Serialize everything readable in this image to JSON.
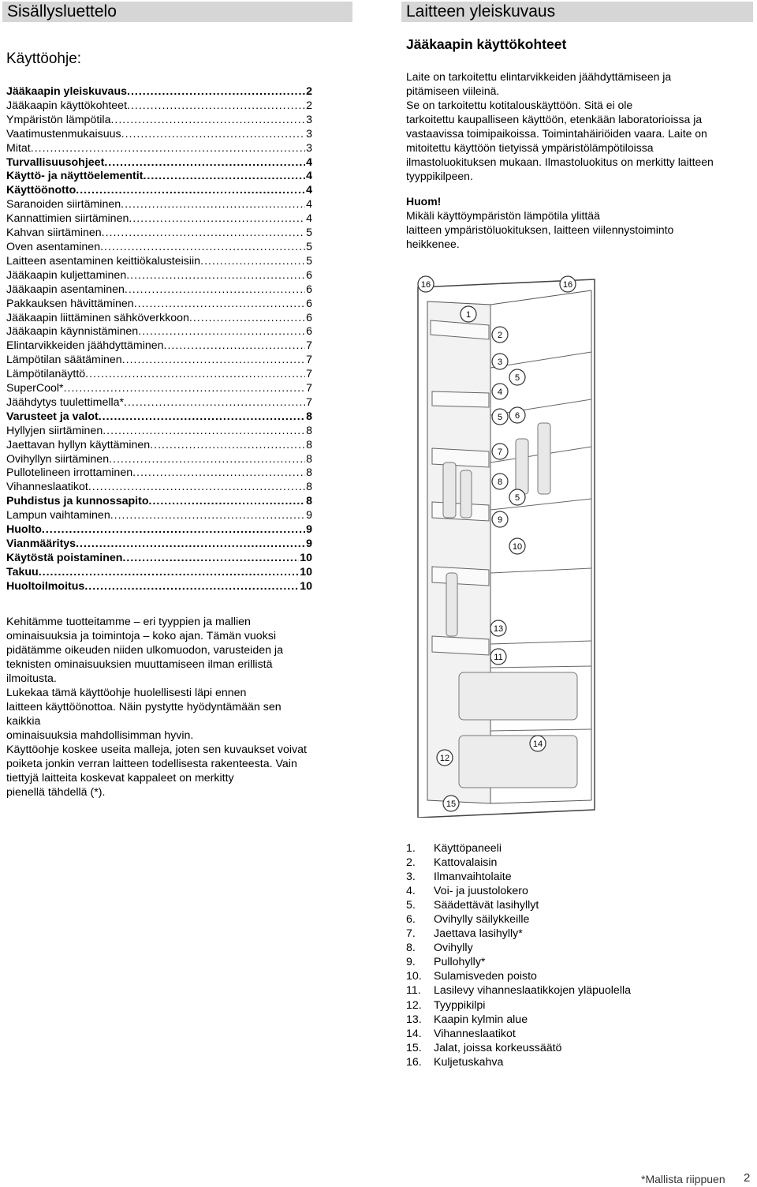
{
  "left_header": "Sisällysluettelo",
  "right_header": "Laitteen yleiskuvaus",
  "toc_subtitle": "Käyttöohje:",
  "toc": [
    {
      "title": "Jääkaapin yleiskuvaus",
      "page": "2",
      "bold": true
    },
    {
      "title": "Jääkaapin käyttökohteet",
      "page": "2",
      "bold": false
    },
    {
      "title": "Ympäristön lämpötila",
      "page": "3",
      "bold": false
    },
    {
      "title": "Vaatimustenmukaisuus",
      "page": "3",
      "bold": false
    },
    {
      "title": "Mitat",
      "page": "3",
      "bold": false
    },
    {
      "title": "Turvallisuusohjeet",
      "page": "4",
      "bold": true
    },
    {
      "title": "Käyttö- ja näyttöelementit",
      "page": "4",
      "bold": true
    },
    {
      "title": "Käyttöönotto",
      "page": "4",
      "bold": true
    },
    {
      "title": "Saranoiden siirtäminen",
      "page": "4",
      "bold": false
    },
    {
      "title": "Kannattimien siirtäminen",
      "page": "4",
      "bold": false
    },
    {
      "title": "Kahvan siirtäminen",
      "page": "5",
      "bold": false
    },
    {
      "title": "Oven asentaminen",
      "page": "5",
      "bold": false
    },
    {
      "title": "Laitteen asentaminen keittiökalusteisiin",
      "page": "5",
      "bold": false
    },
    {
      "title": "Jääkaapin kuljettaminen",
      "page": "6",
      "bold": false
    },
    {
      "title": "Jääkaapin asentaminen",
      "page": "6",
      "bold": false
    },
    {
      "title": "Pakkauksen hävittäminen",
      "page": "6",
      "bold": false
    },
    {
      "title": "Jääkaapin liittäminen sähköverkkoon",
      "page": "6",
      "bold": false
    },
    {
      "title": "Jääkaapin käynnistäminen",
      "page": "6",
      "bold": false
    },
    {
      "title": "Elintarvikkeiden jäähdyttäminen",
      "page": "7",
      "bold": false
    },
    {
      "title": "Lämpötilan säätäminen",
      "page": "7",
      "bold": false
    },
    {
      "title": "Lämpötilanäyttö",
      "page": "7",
      "bold": false
    },
    {
      "title": "SuperCool*",
      "page": "7",
      "bold": false
    },
    {
      "title": "Jäähdytys tuulettimella*",
      "page": "7",
      "bold": false
    },
    {
      "title": "Varusteet ja valot",
      "page": "8",
      "bold": true
    },
    {
      "title": "Hyllyjen siirtäminen",
      "page": "8",
      "bold": false
    },
    {
      "title": "Jaettavan hyllyn käyttäminen",
      "page": "8",
      "bold": false
    },
    {
      "title": "Ovihyllyn siirtäminen",
      "page": "8",
      "bold": false
    },
    {
      "title": "Pullotelineen irrottaminen",
      "page": "8",
      "bold": false
    },
    {
      "title": "Vihanneslaatikot",
      "page": "8",
      "bold": false
    },
    {
      "title": "Puhdistus ja kunnossapito",
      "page": "8",
      "bold": true
    },
    {
      "title": "Lampun vaihtaminen",
      "page": "9",
      "bold": false
    },
    {
      "title": "Huolto",
      "page": "9",
      "bold": true
    },
    {
      "title": "Vianmääritys",
      "page": "9",
      "bold": true
    },
    {
      "title": "Käytöstä poistaminen",
      "page": "10",
      "bold": true
    },
    {
      "title": "Takuu",
      "page": "10",
      "bold": true
    },
    {
      "title": "Huoltoilmoitus",
      "page": "10",
      "bold": true
    }
  ],
  "intro_lines": [
    "Kehitämme tuotteitamme – eri tyyppien ja mallien",
    "ominaisuuksia ja toimintoja – koko ajan. Tämän vuoksi",
    "pidätämme oikeuden niiden ulkomuodon, varusteiden ja",
    "teknisten ominaisuuksien muuttamiseen ilman erillistä",
    "ilmoitusta.",
    "Lukekaa tämä käyttöohje huolellisesti läpi ennen",
    "laitteen käyttöönottoa. Näin pystytte hyödyntämään sen",
    "kaikkia",
    "ominaisuuksia mahdollisimman hyvin.",
    "Käyttöohje koskee useita malleja, joten sen kuvaukset voivat",
    "poiketa jonkin verran laitteen todellisesta rakenteesta. Vain",
    "tiettyjä laitteita koskevat kappaleet on merkitty",
    "pienellä tähdellä (*)."
  ],
  "section_subtitle": "Jääkaapin käyttökohteet",
  "desc_lines": [
    "Laite on tarkoitettu elintarvikkeiden jäähdyttämiseen ja",
    "pitämiseen viileinä.",
    "Se on tarkoitettu kotitalouskäyttöön. Sitä ei ole",
    "tarkoitettu kaupalliseen käyttöön, etenkään laboratorioissa ja",
    "vastaavissa toimipaikoissa. Toimintahäiriöiden vaara. Laite on",
    "mitoitettu käyttöön tietyissä ympäristölämpötiloissa",
    "ilmastoluokituksen mukaan. Ilmastoluokitus on merkitty laitteen",
    "tyyppikilpeen."
  ],
  "note_title": "Huom!",
  "note_lines": [
    "Mikäli käyttöympäristön lämpötila ylittää",
    "laitteen ympäristöluokituksen, laitteen viilennystoiminto",
    "heikkenee."
  ],
  "figure_callouts": [
    "16",
    "16",
    "1",
    "2",
    "3",
    "4",
    "5",
    "5",
    "6",
    "7",
    "8",
    "9",
    "5",
    "10",
    "13",
    "11",
    "14",
    "12",
    "15"
  ],
  "legend": [
    {
      "num": "1.",
      "label": "Käyttöpaneeli"
    },
    {
      "num": "2.",
      "label": "Kattovalaisin"
    },
    {
      "num": "3.",
      "label": "Ilmanvaihtolaite"
    },
    {
      "num": "4.",
      "label": "Voi- ja juustolokero"
    },
    {
      "num": "5.",
      "label": "Säädettävät lasihyllyt"
    },
    {
      "num": "6.",
      "label": "Ovihylly säilykkeille"
    },
    {
      "num": "7.",
      "label": "Jaettava lasihylly*"
    },
    {
      "num": "8.",
      "label": "Ovihylly"
    },
    {
      "num": "9.",
      "label": "Pullohylly*"
    },
    {
      "num": "10.",
      "label": "Sulamisveden poisto"
    },
    {
      "num": "11.",
      "label": "Lasilevy vihanneslaatikkojen yläpuolella"
    },
    {
      "num": "12.",
      "label": "Tyyppikilpi"
    },
    {
      "num": "13.",
      "label": "Kaapin kylmin alue"
    },
    {
      "num": "14.",
      "label": "Vihanneslaatikot"
    },
    {
      "num": "15.",
      "label": "Jalat, joissa korkeussäätö"
    },
    {
      "num": "16.",
      "label": "Kuljetuskahva"
    }
  ],
  "footer_note": "*Mallista riippuen",
  "page_number": "2"
}
